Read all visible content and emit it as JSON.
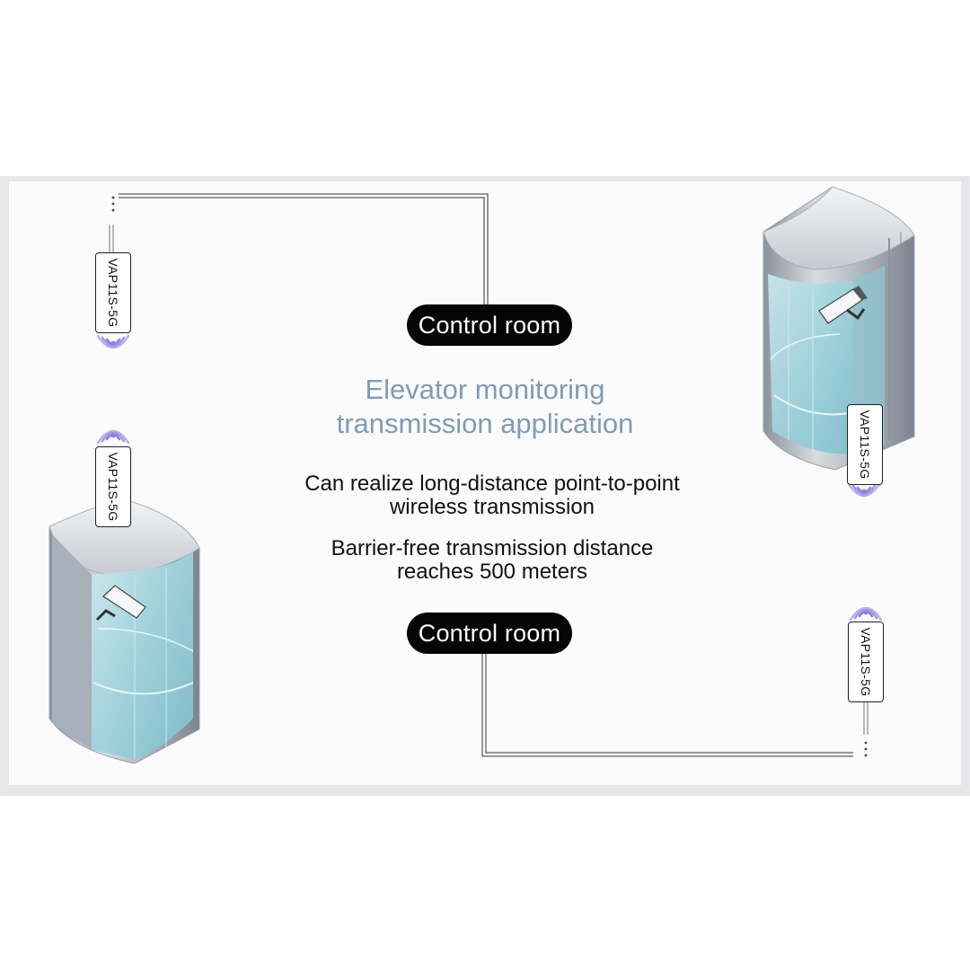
{
  "title": {
    "line1": "Elevator monitoring",
    "line2": "transmission application"
  },
  "description": {
    "feature1_line1": "Can realize long-distance point-to-point",
    "feature1_line2": "wireless transmission",
    "feature2_line1": "Barrier-free transmission distance",
    "feature2_line2": "reaches 500 meters"
  },
  "nodes": {
    "control_room_top": "Control room",
    "control_room_bottom": "Control room"
  },
  "devices": {
    "top_left": "VAP11S-5G",
    "mid_left": "VAP11S-5G",
    "right_elevator": "VAP11S-5G",
    "bottom_right": "VAP11S-5G"
  },
  "colors": {
    "headline": "#7f9cb5",
    "pill": "#050505",
    "wifi": "#8a82e0",
    "glass": "#9fd2dc",
    "steel": "#b9bfc8"
  },
  "icons": [
    "wifi-signal-icon",
    "security-camera-icon",
    "elevator-car-icon"
  ]
}
